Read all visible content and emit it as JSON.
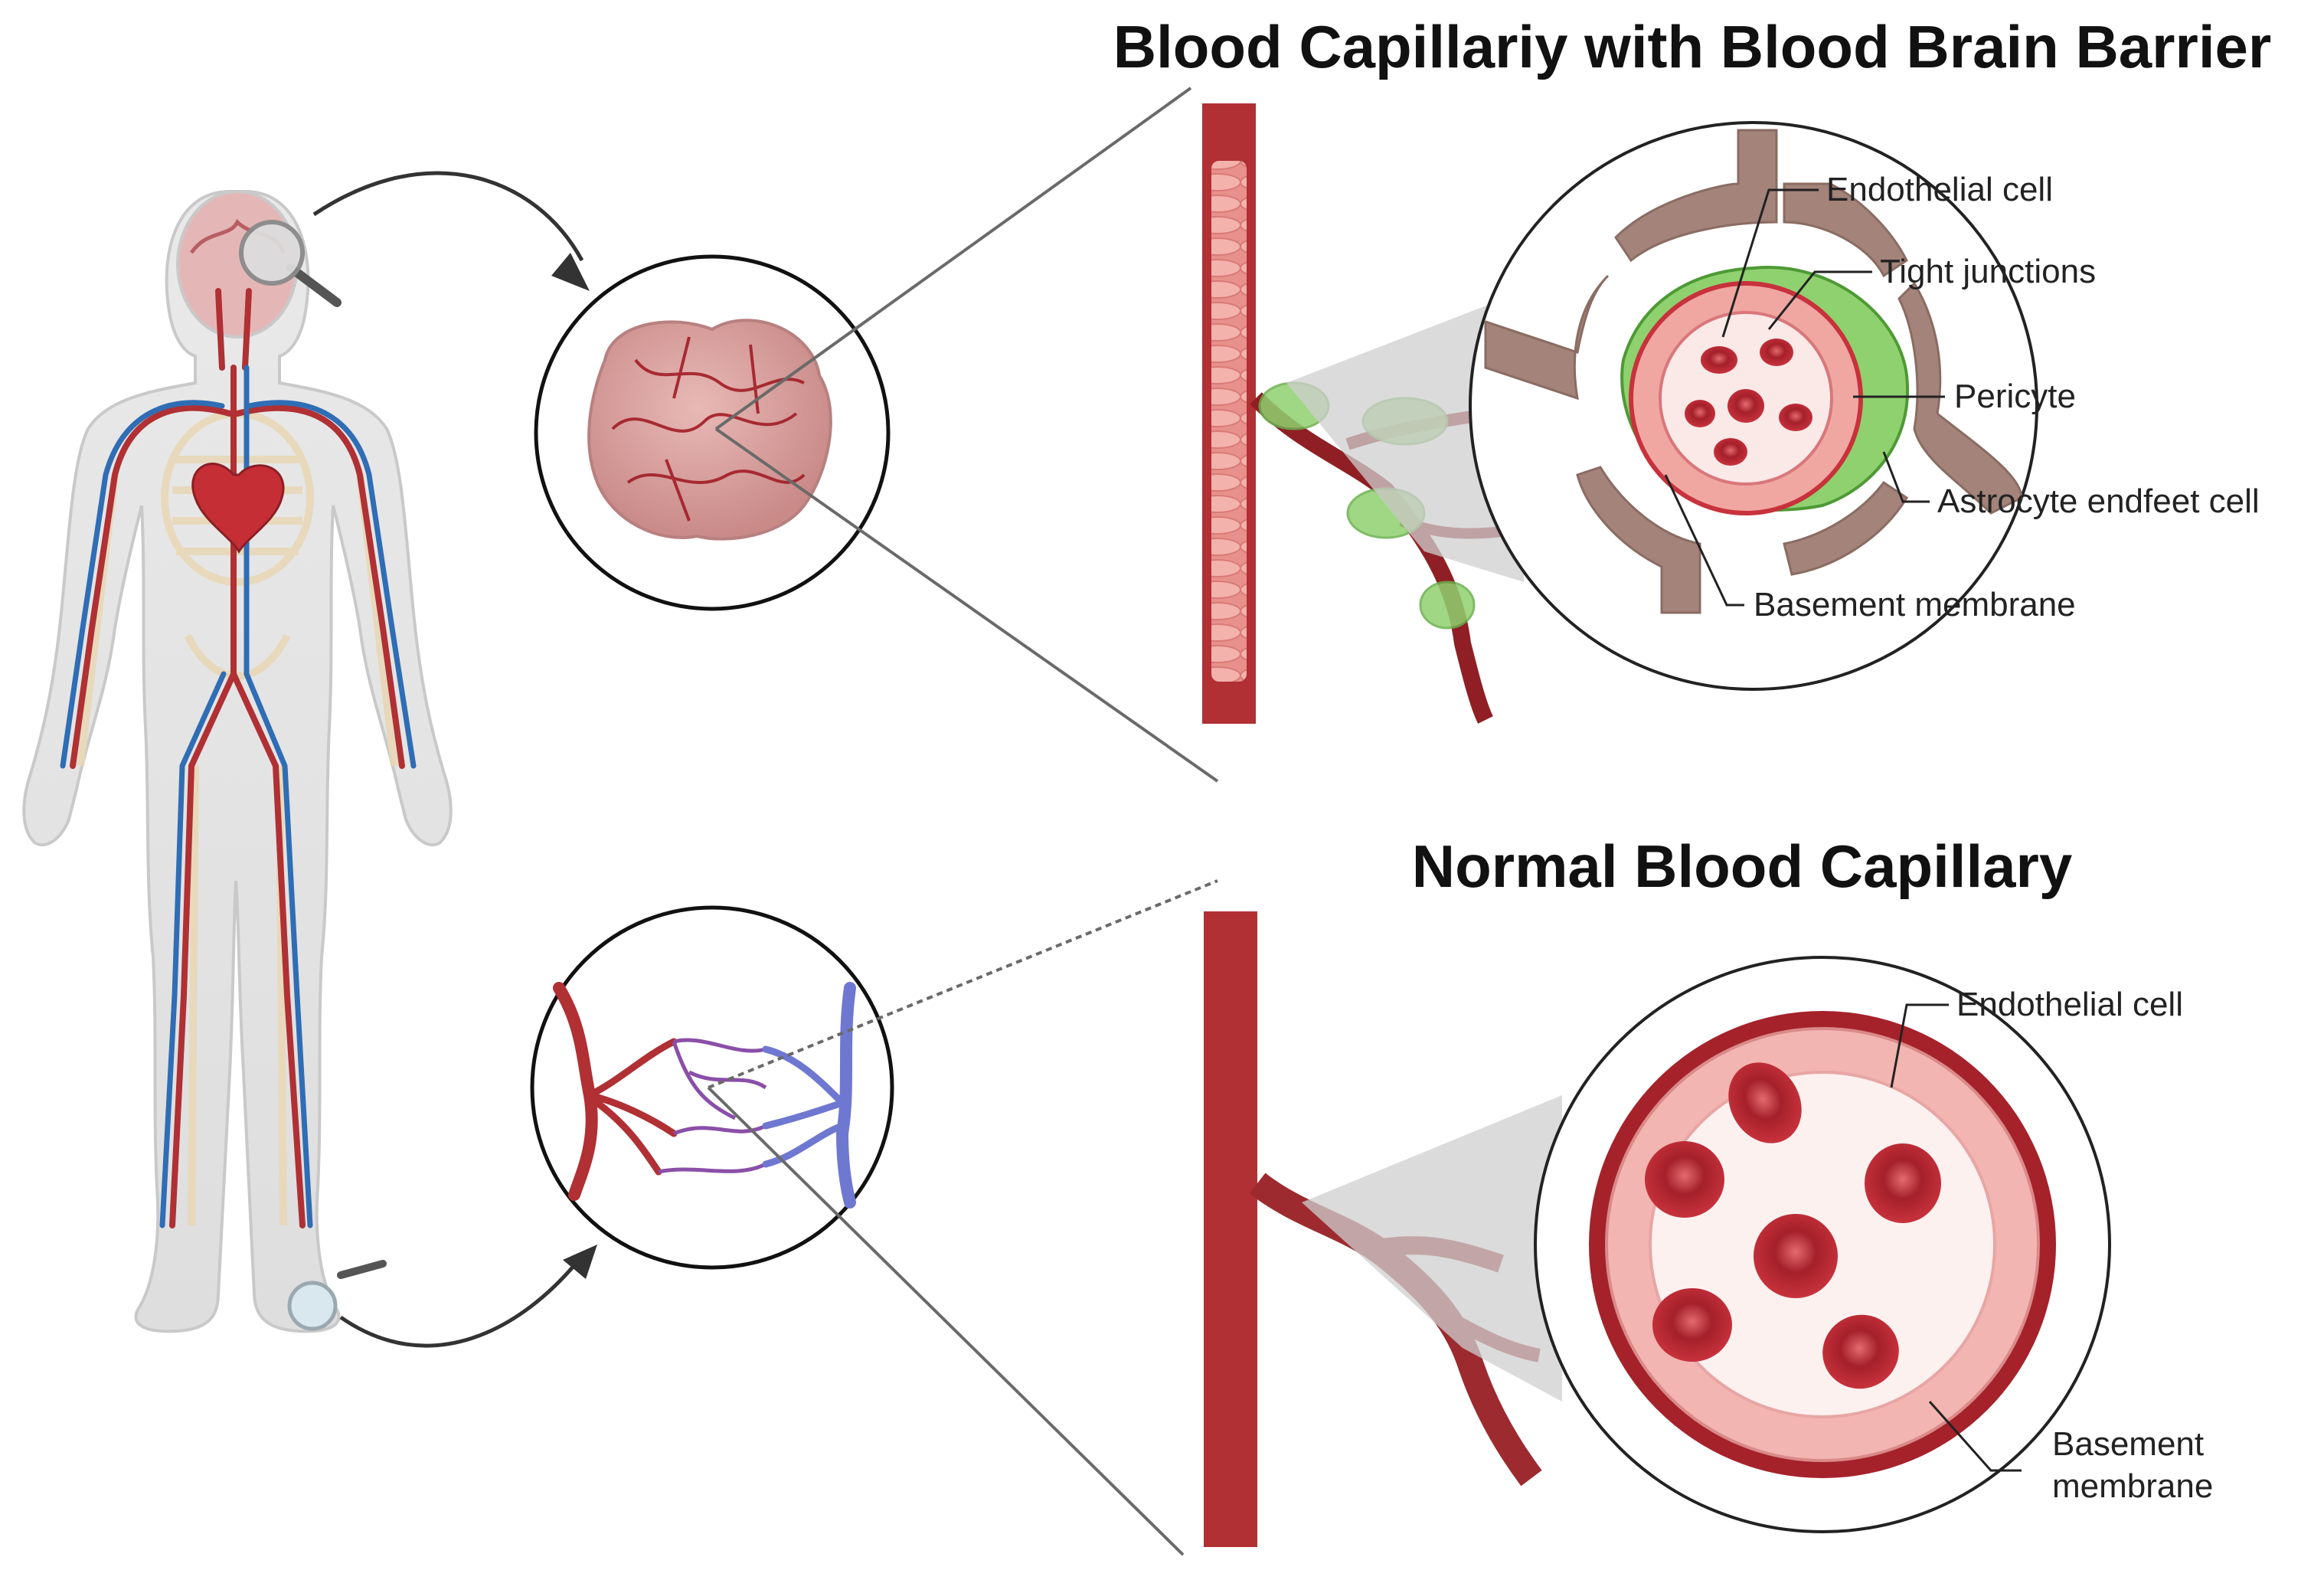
{
  "titles": {
    "bbb": "Blood Capillariy with Blood Brain Barrier",
    "normal": "Normal Blood Capillary"
  },
  "bbb_labels": {
    "endothelial": "Endothelial cell",
    "tight": "Tight junctions",
    "pericyte": "Pericyte",
    "astrocyte": "Astrocyte endfeet cell",
    "basement": "Basement membrane"
  },
  "normal_labels": {
    "endothelial": "Endothelial cell",
    "basement_line1": "Basement",
    "basement_line2": "membrane"
  },
  "colors": {
    "artery": "#b03034",
    "vein": "#2f6db5",
    "rbc": "#c8323c",
    "pericyte": "#8fd16f",
    "astrocyte": "#a3837a",
    "endothelium": "#f0a7a2",
    "capillary_venous": "#6f78d0",
    "capillary_mixed": "#8a4fa8"
  },
  "icons": [
    "human-body-figure",
    "magnifier-icon",
    "brain-icon",
    "capillary-bed-icon"
  ]
}
